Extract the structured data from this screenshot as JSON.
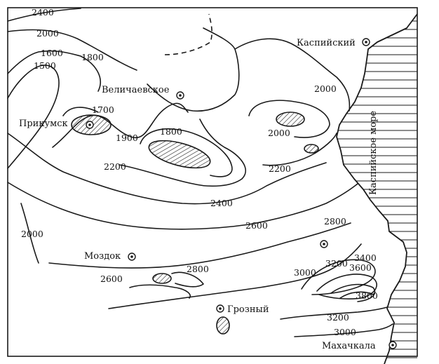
{
  "map": {
    "sea_label": "Каспийское море",
    "cities": [
      {
        "name": "Каспийский"
      },
      {
        "name": "Величаевское"
      },
      {
        "name": "Прикумск"
      },
      {
        "name": "Моздок"
      },
      {
        "name": "Грозный"
      },
      {
        "name": "Махачкала"
      }
    ],
    "isoline_labels": [
      "2400",
      "2000",
      "1600",
      "1800",
      "1500",
      "1700",
      "1900",
      "1800",
      "2200",
      "2000",
      "2000",
      "2200",
      "2400",
      "2600",
      "2800",
      "2000",
      "2800",
      "2600",
      "3000",
      "3200",
      "3400",
      "3600",
      "3800",
      "3200",
      "3000"
    ]
  }
}
